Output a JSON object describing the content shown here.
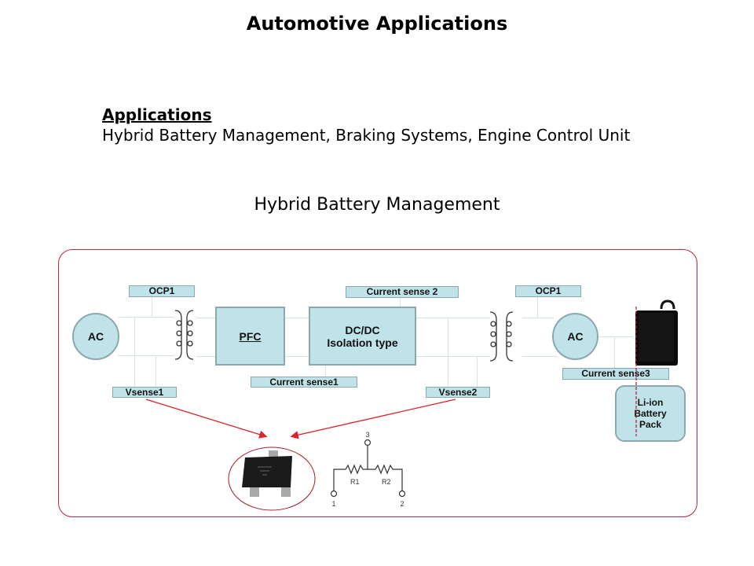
{
  "title": "Automotive Applications",
  "applications": {
    "heading": "Applications",
    "list": "Hybrid Battery Management, Braking Systems, Engine Control Unit"
  },
  "diagram": {
    "title": "Hybrid Battery Management",
    "blocks": {
      "ac_left": "AC",
      "pfc": "PFC",
      "dcdc_line1": "DC/DC",
      "dcdc_line2": "Isolation type",
      "ac_right": "AC",
      "battery_pack": "Li-ion\nBattery\nPack"
    },
    "labels": {
      "ocp1_left": "OCP1",
      "current_sense_2": "Current sense 2",
      "ocp1_right": "OCP1",
      "vsense1": "Vsense1",
      "current_sense1": "Current sense1",
      "vsense2": "Vsense2",
      "current_sense3": "Current sense3"
    },
    "schematic": {
      "pin3": "3",
      "pin1": "1",
      "pin2": "2",
      "r1": "R1",
      "r2": "R2"
    },
    "colors": {
      "block_fill": "#bfe3e8",
      "block_border": "#8aa9ad",
      "frame_border": "#c0243a",
      "arrow": "#e0222a"
    }
  }
}
